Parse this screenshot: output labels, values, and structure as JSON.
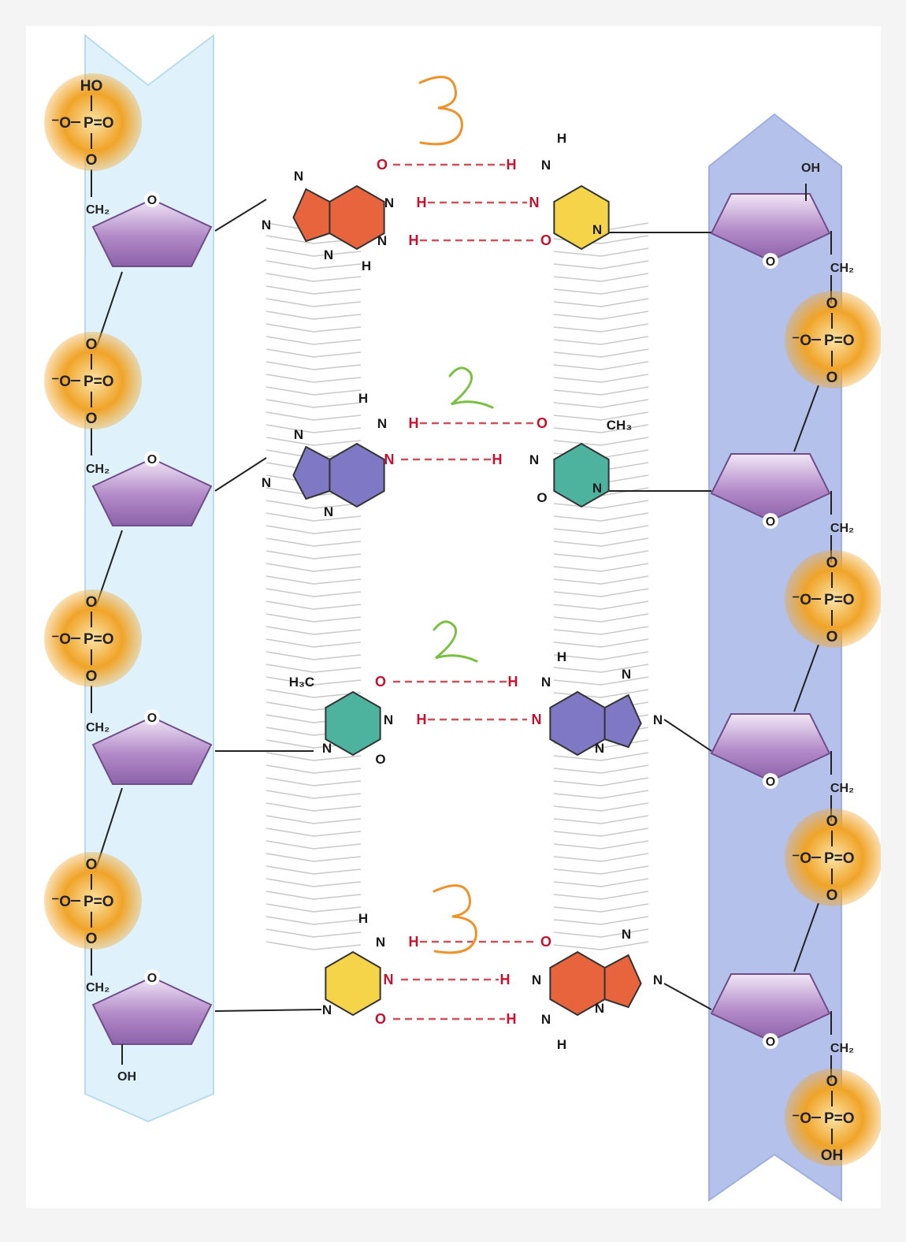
{
  "colors": {
    "left_backbone": "#dff2fb",
    "right_backbone": "#b4c1ea",
    "phosphate": "#f0a428",
    "sugar": "#b28ac8",
    "guanine": "#e8643c",
    "cytosine": "#f6d44a",
    "adenine": "#7f78c4",
    "thymine": "#4db39e",
    "hbond": "#c8102e",
    "annotation_three": "#f0922b",
    "annotation_two": "#7ac142"
  },
  "phosphate": {
    "neg_o": "⁻O",
    "p_double_o": "P=O",
    "o": "O",
    "ho": "HO",
    "oh": "OH"
  },
  "sugar": {
    "ring_o": "O",
    "ch2": "CH₂",
    "oh": "OH"
  },
  "atoms": {
    "n": "N",
    "o": "O",
    "h": "H",
    "ch3": "CH₃",
    "h3c": "H₃C"
  },
  "annotations": [
    "3",
    "2",
    "2",
    "3"
  ]
}
